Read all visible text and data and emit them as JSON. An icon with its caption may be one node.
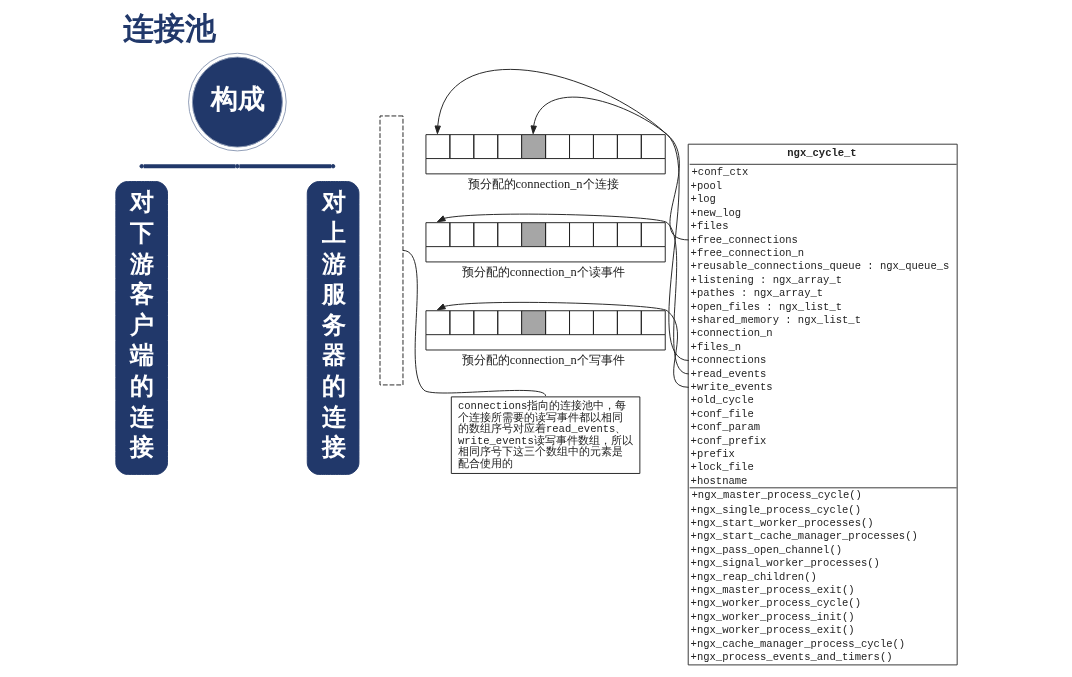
{
  "diagram": {
    "title": "连接池",
    "nodes": [
      {
        "text": [
          "构成"
        ]
      },
      {
        "text": [
          "对下游客户端的连接"
        ]
      },
      {
        "text": [
          "对上游服务器的连接"
        ]
      },
      {
        "text": [],
        "shape": "box",
        "beside": [
          "预分配的connection_n个连接"
        ]
      },
      {
        "text": [],
        "shape": "box",
        "beside": [
          "预分配的connection_n个读事件"
        ]
      },
      {
        "text": [],
        "shape": "box",
        "beside": [
          "预分配的connection_n个写事件"
        ]
      },
      {
        "text": [],
        "shape": "box"
      },
      {
        "text": [
          "connections指向的连接池中，每个连接所需要的读写事件都以相同的数组序号对应着read_events、write_events读写事件数组，所以相同序号下这三个数组中的元素是配合使用的"
        ]
      },
      {
        "text": [
          "ngx_cycle_t",
          "+conf_ctx",
          "+pool",
          "+log",
          "+new_log",
          "+files",
          "+free_connections",
          "+free_connection_n",
          "+reusable_connections_queue : ngx_queue_s",
          "+listening : ngx_array_t",
          "+pathes : ngx_array_t",
          "+open_files : ngx_list_t",
          "+shared_memory : ngx_list_t",
          "+connection_n",
          "+files_n",
          "+connections",
          "+read_events",
          "+write_events",
          "+old_cycle",
          "+conf_file",
          "+conf_param",
          "+conf_prefix",
          "+prefix",
          "+lock_file",
          "+hostname",
          "+ngx_master_process_cycle()",
          "+ngx_single_process_cycle()",
          "+ngx_start_worker_processes()",
          "+ngx_start_cache_manager_processes()",
          "+ngx_pass_open_channel()",
          "+ngx_signal_worker_processes()",
          "+ngx_reap_children()",
          "+ngx_master_process_exit()",
          "+ngx_worker_process_cycle()",
          "+ngx_worker_process_init()",
          "+ngx_worker_process_exit()",
          "+ngx_cache_manager_process_cycle()",
          "+ngx_process_events_and_timers()"
        ]
      }
    ],
    "edges": [
      {
        "from": 8,
        "to": 3,
        "arrow": "to"
      },
      {
        "from": 8,
        "to": 3,
        "arrow": "to"
      },
      {
        "from": 8,
        "to": 4,
        "arrow": "to"
      },
      {
        "from": 8,
        "to": 5,
        "arrow": "to"
      },
      {
        "from": 7,
        "to": 6,
        "arrow": "none"
      }
    ]
  }
}
